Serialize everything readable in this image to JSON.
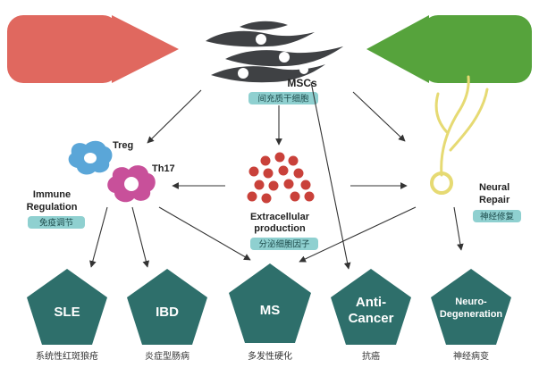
{
  "colors": {
    "red_arrow": "#e0685f",
    "green_arrow": "#56a33c",
    "teal": "#2e6f6b",
    "pill": "#8fd0d0",
    "cell_dark": "#3f4144",
    "treg": "#5aa6d8",
    "th17": "#c8509a",
    "ev_red": "#c9413a",
    "neuron_yellow": "#e6da73",
    "line": "#333333"
  },
  "msc": {
    "label": "MSCs",
    "sublabel": "间充质干细胞"
  },
  "immune": {
    "label_line1": "Immune",
    "label_line2": "Regulation",
    "sublabel": "免疫调节",
    "treg": "Treg",
    "th17": "Th17"
  },
  "extracellular": {
    "label_line1": "Extracellular",
    "label_line2": "production",
    "sublabel": "分泌细胞因子"
  },
  "neural": {
    "label_line1": "Neural",
    "label_line2": "Repair",
    "sublabel": "神经修复"
  },
  "diseases": [
    {
      "line1": "SLE",
      "line2": "",
      "caption": "系统性红斑狼疮"
    },
    {
      "line1": "IBD",
      "line2": "",
      "caption": "炎症型肠病"
    },
    {
      "line1": "MS",
      "line2": "",
      "caption": "多发性硬化"
    },
    {
      "line1": "Anti-",
      "line2": "Cancer",
      "caption": "抗癌"
    },
    {
      "line1": "Neuro-",
      "line2": "Degeneration",
      "caption": "神经病变"
    }
  ]
}
